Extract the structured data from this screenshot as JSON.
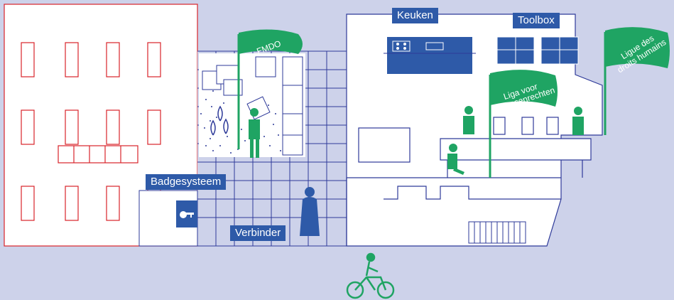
{
  "labels": {
    "keuken": "Keuken",
    "toolbox": "Toolbox",
    "badge_system": "Badgesysteem",
    "connector": "Verbinder"
  },
  "flags": {
    "fmdo": "FMDO",
    "liga_line1": "Liga voor",
    "liga_line2": "mensenrechten",
    "ligue_line1": "Ligue des",
    "ligue_line2": "droits humains"
  },
  "colors": {
    "background": "#cdd2ea",
    "building_red": "#d8232a",
    "line_blue": "#2e3a99",
    "label_blue": "#2e5aa8",
    "flag_green": "#1fa463"
  },
  "icons": [
    "key-icon",
    "cyclist-icon",
    "person-icon",
    "kitchen-counter-icon",
    "cabinet-icon"
  ]
}
